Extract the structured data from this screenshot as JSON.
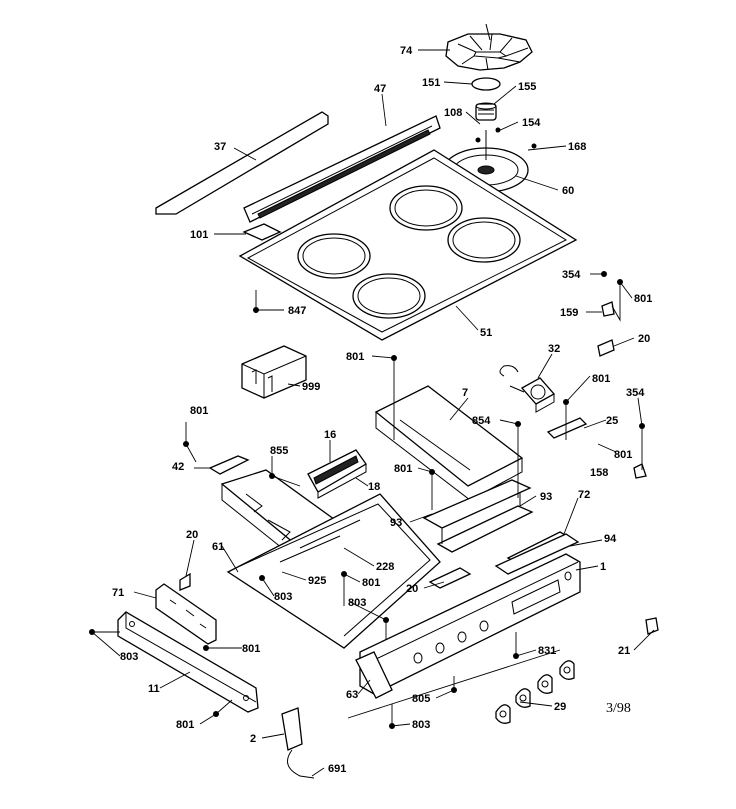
{
  "diagram": {
    "date_code": "3/98",
    "callouts": [
      {
        "id": "c74",
        "text": "74"
      },
      {
        "id": "c151",
        "text": "151"
      },
      {
        "id": "c155",
        "text": "155"
      },
      {
        "id": "c108",
        "text": "108"
      },
      {
        "id": "c154",
        "text": "154"
      },
      {
        "id": "c168",
        "text": "168"
      },
      {
        "id": "c60",
        "text": "60"
      },
      {
        "id": "c47",
        "text": "47"
      },
      {
        "id": "c37",
        "text": "37"
      },
      {
        "id": "c101",
        "text": "101"
      },
      {
        "id": "c847",
        "text": "847"
      },
      {
        "id": "c51",
        "text": "51"
      },
      {
        "id": "c354a",
        "text": "354"
      },
      {
        "id": "c801a",
        "text": "801"
      },
      {
        "id": "c159",
        "text": "159"
      },
      {
        "id": "c20a",
        "text": "20"
      },
      {
        "id": "c801b",
        "text": "801"
      },
      {
        "id": "c32",
        "text": "32"
      },
      {
        "id": "c999",
        "text": "999"
      },
      {
        "id": "c801c",
        "text": "801"
      },
      {
        "id": "c354b",
        "text": "354"
      },
      {
        "id": "c7",
        "text": "7"
      },
      {
        "id": "c854",
        "text": "854"
      },
      {
        "id": "c25",
        "text": "25"
      },
      {
        "id": "c801d",
        "text": "801"
      },
      {
        "id": "c16",
        "text": "16"
      },
      {
        "id": "c855",
        "text": "855"
      },
      {
        "id": "c801e",
        "text": "801"
      },
      {
        "id": "c801f",
        "text": "801"
      },
      {
        "id": "c158",
        "text": "158"
      },
      {
        "id": "c42",
        "text": "42"
      },
      {
        "id": "c18",
        "text": "18"
      },
      {
        "id": "c93a",
        "text": "93"
      },
      {
        "id": "c72",
        "text": "72"
      },
      {
        "id": "c93b",
        "text": "93"
      },
      {
        "id": "c94",
        "text": "94"
      },
      {
        "id": "c20b",
        "text": "20"
      },
      {
        "id": "c61",
        "text": "61"
      },
      {
        "id": "c228",
        "text": "228"
      },
      {
        "id": "c1",
        "text": "1"
      },
      {
        "id": "c925",
        "text": "925"
      },
      {
        "id": "c801g",
        "text": "801"
      },
      {
        "id": "c20c",
        "text": "20"
      },
      {
        "id": "c803a",
        "text": "803"
      },
      {
        "id": "c803b",
        "text": "803"
      },
      {
        "id": "c71",
        "text": "71"
      },
      {
        "id": "c803c",
        "text": "803"
      },
      {
        "id": "c801h",
        "text": "801"
      },
      {
        "id": "c21",
        "text": "21"
      },
      {
        "id": "c831",
        "text": "831"
      },
      {
        "id": "c11",
        "text": "11"
      },
      {
        "id": "c63",
        "text": "63"
      },
      {
        "id": "c805",
        "text": "805"
      },
      {
        "id": "c801i",
        "text": "801"
      },
      {
        "id": "c29",
        "text": "29"
      },
      {
        "id": "c803d",
        "text": "803"
      },
      {
        "id": "c2",
        "text": "2"
      },
      {
        "id": "c691",
        "text": "691"
      }
    ]
  }
}
